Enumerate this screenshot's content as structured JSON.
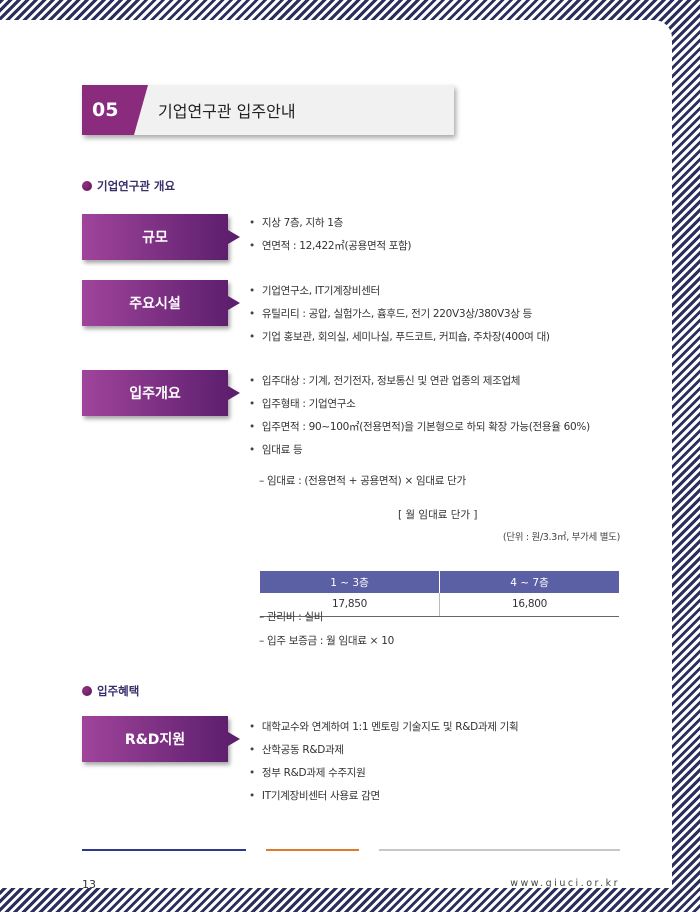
{
  "header": {
    "number": "05",
    "title": "기업연구관 입주안내"
  },
  "overview": {
    "heading": "기업연구관 개요",
    "scale": {
      "label": "규모",
      "items": [
        "지상 7층, 지하 1층",
        "연면적 : 12,422㎡(공용면적 포함)"
      ]
    },
    "facilities": {
      "label": "주요시설",
      "items": [
        "기업연구소, IT기계장비센터",
        "유틸리티 : 공압, 실험가스, 흄후드, 전기 220V3상/380V3상 등",
        "기업 홍보관, 회의실, 세미나실, 푸드코트, 커피숍, 주차장(400여 대)"
      ]
    },
    "tenancy": {
      "label": "입주개요",
      "items": [
        "입주대상 : 기계, 전기전자, 정보통신 및 연관 업종의 제조업체",
        "입주형태 : 기업연구소",
        "입주면적 : 90~100㎡(전용면적)을 기본형으로 하되 확장 가능(전용율 60%)",
        "임대료 등"
      ],
      "rent_formula": "– 임대료 : (전용면적 + 공용면적) × 임대료 단가",
      "table_caption": "[ 월 임대료 단가 ]",
      "table_unit": "(단위 : 원/3.3㎡, 부가세 별도)",
      "table_headers": [
        "1 ~ 3층",
        "4 ~ 7층"
      ],
      "table_values": [
        "17,850",
        "16,800"
      ],
      "management_fee": "– 관리비 : 실비",
      "deposit": "– 입주 보증금 : 월 임대료 × 10"
    }
  },
  "benefits": {
    "heading": "입주혜택",
    "rnd": {
      "label": "R&D지원",
      "items": [
        "대학교수와 연계하여 1:1 멘토링 기술지도 및 R&D과제 기획",
        "산학공동 R&D과제",
        "정부 R&D과제 수주지원",
        "IT기계장비센터 사용료 감면"
      ]
    }
  },
  "footer": {
    "page_number": "13",
    "url": "www.giuci.or.kr",
    "line_colors": [
      "#2b3a8c",
      "#e07a2a",
      "#c8c8c8"
    ]
  },
  "colors": {
    "accent": "#8a2b7e",
    "table_header": "#5b5fa3",
    "stripe": "#2b2f5e"
  }
}
